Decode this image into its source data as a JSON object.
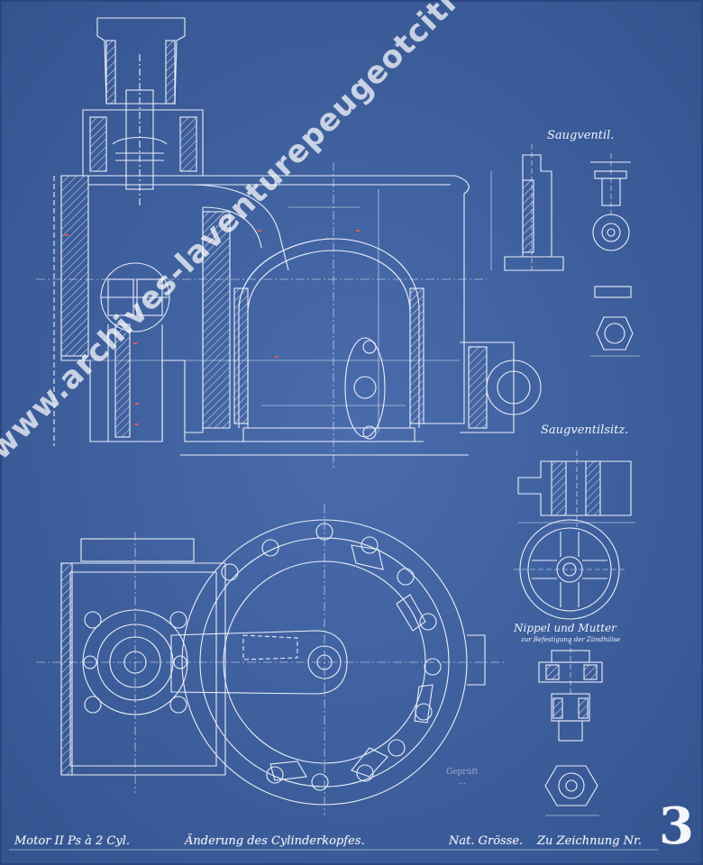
{
  "drawing": {
    "titles": {
      "motor": "Motor II Ps à 2 Cyl.",
      "change": "Änderung des Cylinderkopfes.",
      "scale": "Nat. Grösse.",
      "drawing_ref": "Zu Zeichnung Nr."
    },
    "sheet_number": "3",
    "sections": {
      "suction_valve": "Saugventil.",
      "suction_valve_seat": "Saugventilsitz.",
      "nipple_nut": "Nippel und Mutter",
      "nipple_nut_sub": "zur Befestigung der Zündhülse"
    },
    "stamp_lines": [
      "Geprüft",
      "..."
    ],
    "watermark": "www.archives-laventurepeugeotcitroen.com",
    "colors": {
      "paper": "#3d5f9e",
      "ink": "#eef2fb"
    }
  }
}
